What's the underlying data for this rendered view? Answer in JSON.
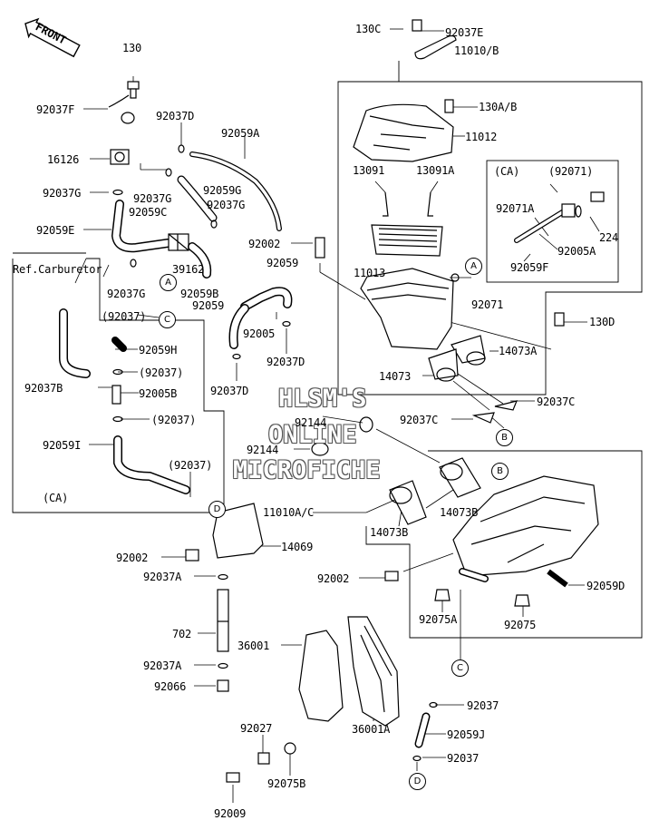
{
  "front_marker": "FRONT",
  "watermark": [
    "HLSM'S",
    "ONLINE",
    "MICROFICHE"
  ],
  "section_labels": {
    "ref_carburetor": "Ref.Carburetor",
    "ca_left": "(CA)",
    "ca_inset": "(CA)"
  },
  "circle_refs": [
    "A",
    "C",
    "A",
    "B",
    "B",
    "D",
    "C",
    "D"
  ],
  "parts": {
    "p130": "130",
    "p92037F": "92037F",
    "p92037D_top": "92037D",
    "p92059A": "92059A",
    "p16126": "16126",
    "p92037G_1": "92037G",
    "p92037G_2": "92037G",
    "p92059G": "92059G",
    "p92037G_3": "92037G",
    "p92059C": "92059C",
    "p92059E": "92059E",
    "p39162": "39162",
    "p92037G_4": "92037G",
    "p92059B": "92059B",
    "p92002_mid": "92002",
    "p92059_a": "92059",
    "p92059_b": "92059",
    "p92005": "92005",
    "p92037D_mid": "92037D",
    "p92037D_low": "92037D",
    "p92037_c1": "(92037)",
    "p92059H": "92059H",
    "p92037_c2": "(92037)",
    "p92037B": "92037B",
    "p92005B": "92005B",
    "p92037_c3": "(92037)",
    "p92059I": "92059I",
    "p92037_c4": "(92037)",
    "p130C": "130C",
    "p92037E": "92037E",
    "p11010B": "11010/B",
    "p130AB": "130A/B",
    "p11012": "11012",
    "p13091": "13091",
    "p13091A": "13091A",
    "p92071_paren": "(92071)",
    "p92071A": "92071A",
    "p224": "224",
    "p92005A": "92005A",
    "p92059F": "92059F",
    "p11013": "11013",
    "p92071": "92071",
    "p130D": "130D",
    "p14073A": "14073A",
    "p14073": "14073",
    "p92037C_r": "92037C",
    "p92037C_l": "92037C",
    "p92144_a": "92144",
    "p92144_b": "92144",
    "p11010AC": "11010A/C",
    "p14073B_a": "14073B",
    "p14073B_b": "14073B",
    "p14069": "14069",
    "p92002_left": "92002",
    "p92037A_a": "92037A",
    "p92002_right": "92002",
    "p92059D": "92059D",
    "p702": "702",
    "p92075A": "92075A",
    "p92075": "92075",
    "p36001": "36001",
    "p92037A_b": "92037A",
    "p92066": "92066",
    "p92037_r1": "92037",
    "p92027": "92027",
    "p36001A": "36001A",
    "p92059J": "92059J",
    "p92037_r2": "92037",
    "p92075B": "92075B",
    "p92009": "92009"
  }
}
